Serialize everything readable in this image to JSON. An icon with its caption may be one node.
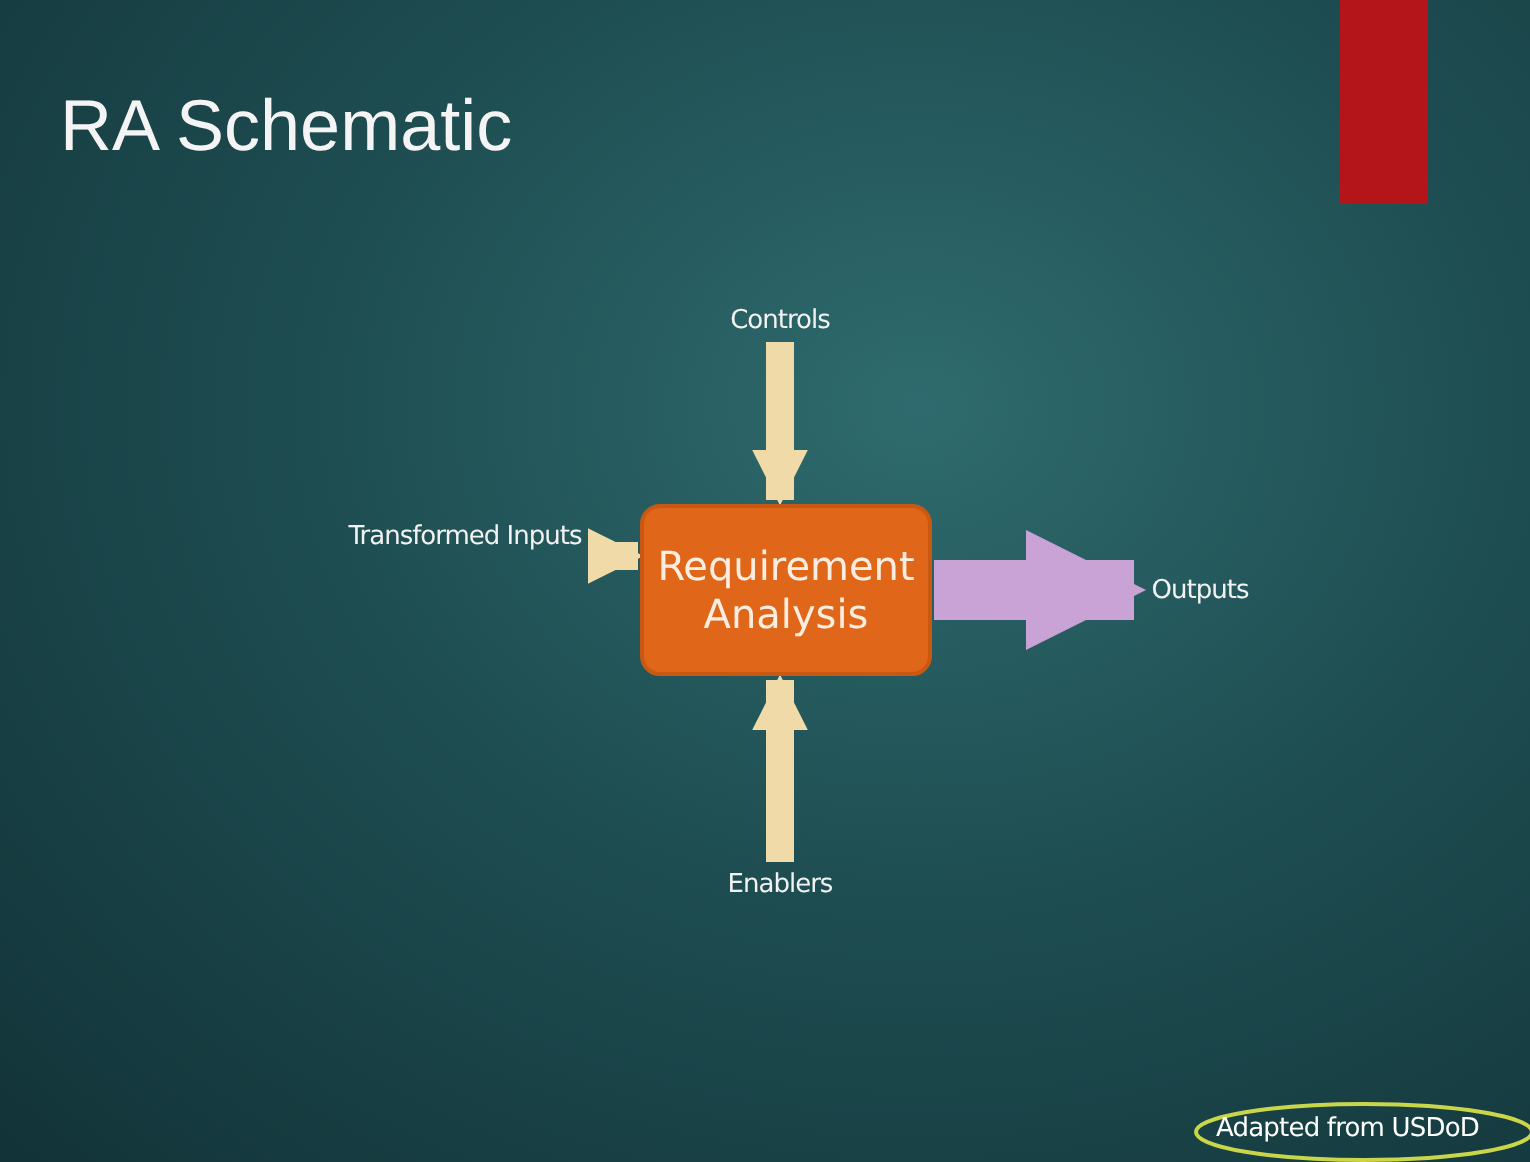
{
  "diagram": {
    "title": "RA Schematic",
    "nodes": [
      {
        "text": [
          "Controls"
        ]
      },
      {
        "text": [
          "Transformed Inputs"
        ]
      },
      {
        "text": [
          "Requirement Analysis"
        ]
      },
      {
        "text": [
          "Outputs"
        ]
      },
      {
        "text": [
          "Enablers"
        ]
      }
    ],
    "edges": [
      {
        "from": 0,
        "to": 2,
        "arrow": "to"
      },
      {
        "from": 1,
        "to": 2,
        "arrow": "to"
      },
      {
        "from": 4,
        "to": 2,
        "arrow": "to"
      },
      {
        "from": 2,
        "to": 3,
        "arrow": "to",
        "style": "thick",
        "color": "#c9a3d6"
      }
    ],
    "caption": "Adapted from USDoD"
  }
}
